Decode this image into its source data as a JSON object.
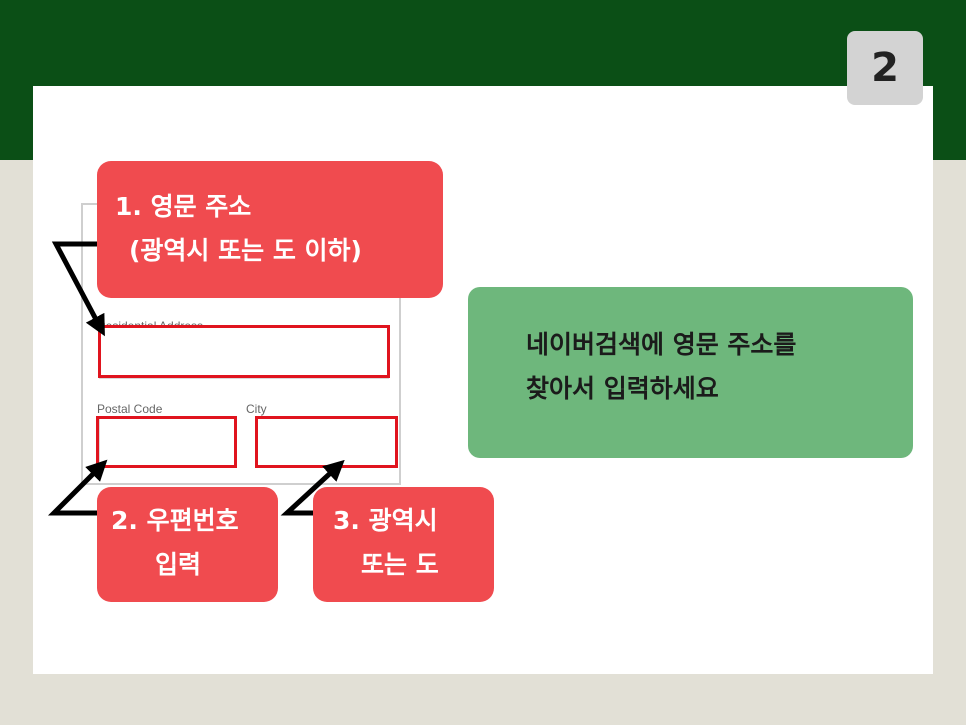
{
  "page": {
    "number": "2"
  },
  "form": {
    "residential_address_label": "Residential Address",
    "postal_code_label": "Postal Code",
    "city_label": "City"
  },
  "callouts": {
    "address": {
      "line1": "1. 영문 주소",
      "line2": "(광역시 또는 도 이하)"
    },
    "postal": {
      "line1": "2. 우편번호",
      "line2": "입력"
    },
    "city": {
      "line1": "3. 광역시",
      "line2": "또는 도"
    }
  },
  "note": {
    "line1": "네이버검색에 영문 주소를",
    "line2": "찾아서 입력하세요"
  },
  "colors": {
    "header_green": "#0b4f16",
    "callout_red": "#f04b4f",
    "highlight_red": "#e0141e",
    "note_green": "#6eb77c"
  }
}
